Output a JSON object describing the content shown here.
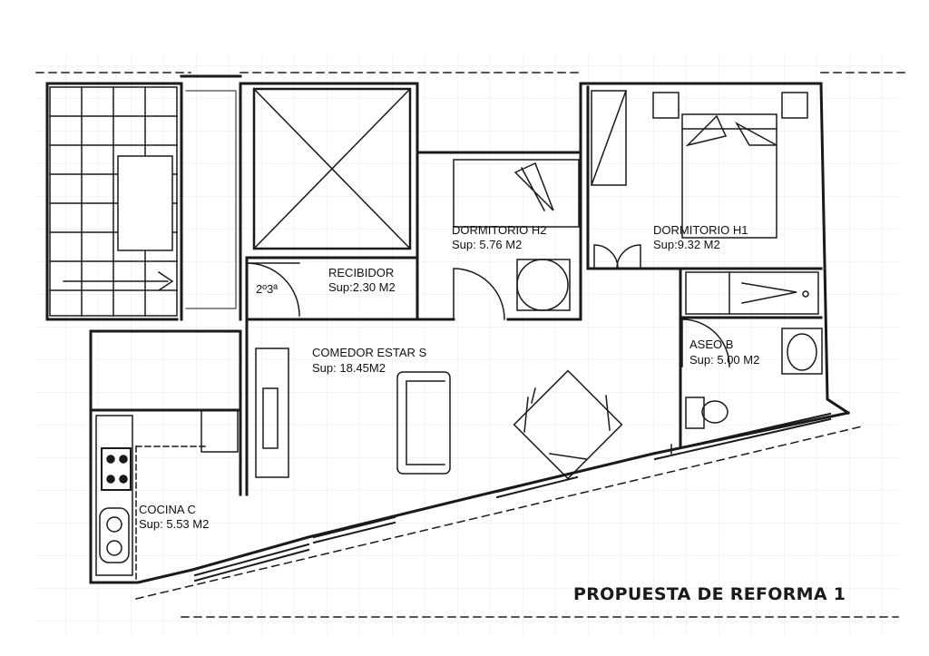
{
  "title": "PROPUESTA DE REFORMA 1",
  "landing_label": "2º3ª",
  "rooms": [
    {
      "name": "DORMITORIO H2",
      "area": "Sup: 5.76 M2"
    },
    {
      "name": "DORMITORIO H1",
      "area": "Sup:9.32 M2"
    },
    {
      "name": "RECIBIDOR",
      "area": "Sup:2.30 M2"
    },
    {
      "name": "COMEDOR ESTAR S",
      "area": "Sup: 18.45M2"
    },
    {
      "name": "ASEO B",
      "area": "Sup: 5.00 M2"
    },
    {
      "name": "COCINA C",
      "area": "Sup: 5.53 M2"
    }
  ],
  "colors": {
    "line": "#1a1a1a",
    "grid": "#e6e6e6",
    "background": "#ffffff"
  }
}
